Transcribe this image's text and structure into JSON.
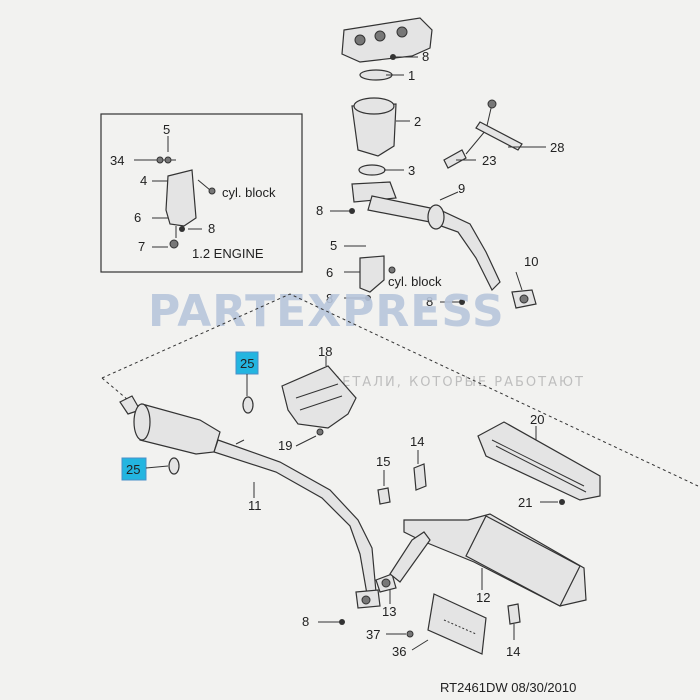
{
  "diagram": {
    "reference": "RT2461DW  08/30/2010",
    "watermark": {
      "brand": "PARTEXPRESS",
      "tagline": "ДЕТАЛИ, КОТОРЫЕ РАБОТАЮТ"
    },
    "inset": {
      "caption": "1.2 ENGINE",
      "note": "cyl. block"
    },
    "main_note": "cyl. block",
    "callouts": [
      "8",
      "1",
      "2",
      "28",
      "23",
      "3",
      "9",
      "8",
      "5",
      "6",
      "8",
      "10",
      "8",
      "5",
      "34",
      "4",
      "6",
      "8",
      "7",
      "18",
      "19",
      "25",
      "25",
      "11",
      "20",
      "14",
      "15",
      "21",
      "13",
      "12",
      "8",
      "37",
      "36",
      "14"
    ],
    "colors": {
      "highlight": "#23b5e0",
      "watermark": "#b8c6dc"
    }
  }
}
